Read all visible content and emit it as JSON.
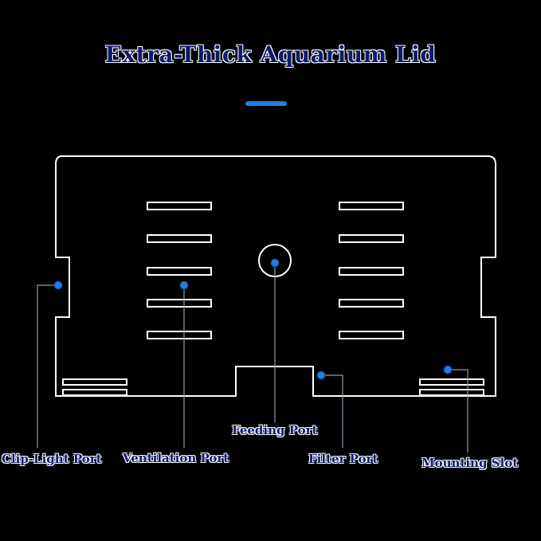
{
  "title": "Extra-Thick Aquarium Lid",
  "colors": {
    "background": "#000000",
    "outline": "#ffffff",
    "accent": "#1f7fe0",
    "label_text": "#0d1a6e"
  },
  "labels": {
    "clip_light_port": "Clip-Light Port",
    "ventilation_port": "Ventilation Port",
    "feeding_port": "Feeding Port",
    "filter_port": "Filter Port",
    "mounting_slot": "Mounting Slot"
  }
}
